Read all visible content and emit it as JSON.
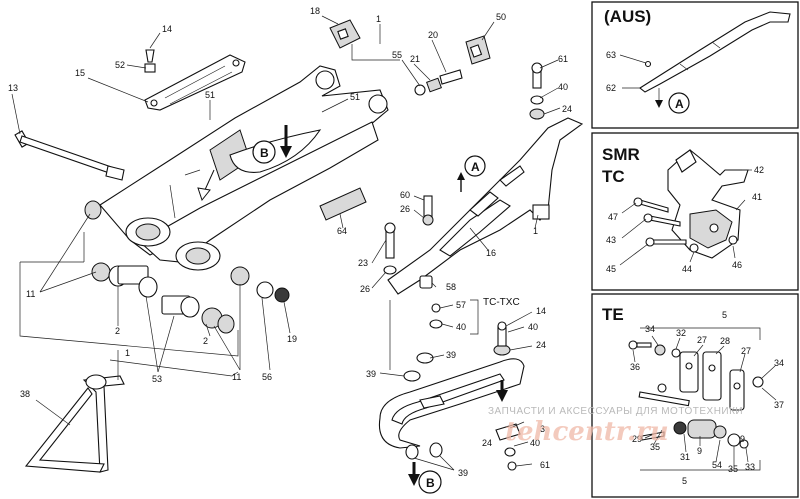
{
  "labels": {
    "n1a": "1",
    "n1b": "1",
    "n1c": "1",
    "n2a": "2",
    "n2b": "2",
    "n3": "3",
    "n11a": "11",
    "n11b": "11",
    "n13": "13",
    "n14a": "14",
    "n14b": "14",
    "n15": "15",
    "n16": "16",
    "n18": "18",
    "n19": "19",
    "n20": "20",
    "n21": "21",
    "n23": "23",
    "n24a": "24",
    "n24b": "24",
    "n24c": "24",
    "n26a": "26",
    "n26b": "26",
    "n38": "38",
    "n39a": "39",
    "n39b": "39",
    "n39c": "39",
    "n40a": "40",
    "n40b": "40",
    "n40c": "40",
    "n40d": "40",
    "n50": "50",
    "n51a": "51",
    "n51b": "51",
    "n52": "52",
    "n53": "53",
    "n55": "55",
    "n56": "56",
    "n57": "57",
    "n58": "58",
    "n60": "60",
    "n61a": "61",
    "n61b": "61",
    "n62": "62",
    "n63": "63",
    "n64": "64",
    "n41": "41",
    "n42": "42",
    "n43": "43",
    "n44": "44",
    "n45": "45",
    "n46": "46",
    "n47": "47",
    "n5a": "5",
    "n5b": "5",
    "n27a": "27",
    "n27b": "27",
    "n28": "28",
    "n29": "29",
    "n31": "31",
    "n32": "32",
    "n33": "33",
    "n34a": "34",
    "n34b": "34",
    "n35a": "35",
    "n35b": "35",
    "n36": "36",
    "n37": "37",
    "n9a": "9",
    "n9b": "9",
    "n54": "54"
  },
  "tc_txc_label": "TC-TXC",
  "panels": {
    "aus_title": "(AUS)",
    "smr_title": "SMR",
    "tc_title": "TC",
    "te_title": "TE"
  },
  "arrows": {
    "a_main": "A",
    "a_aus": "A",
    "b_main": "B",
    "b_bottom": "B"
  },
  "watermark": {
    "line": "ЗАПЧАСТИ И АКСЕССУАРЫ ДЛЯ МОТОТЕХНИКИ",
    "logo": "tehcentr.ru"
  }
}
